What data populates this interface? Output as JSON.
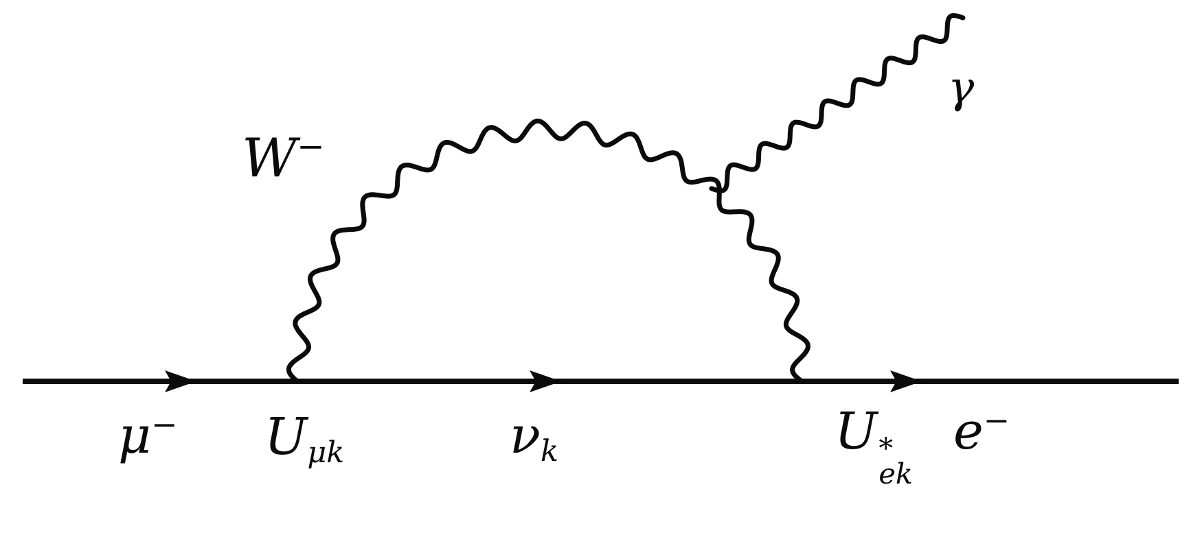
{
  "diagram": {
    "colors": {
      "ink": "#0b0b0b",
      "background": "#ffffff"
    },
    "labels": {
      "muon": {
        "base": "μ",
        "sup": "−"
      },
      "mixing_left": {
        "base": "U",
        "sub": "μk"
      },
      "neutrino": {
        "base": "ν",
        "sub": "k"
      },
      "mixing_right": {
        "base": "U",
        "sup": "*",
        "sub": "ek"
      },
      "electron": {
        "base": "e",
        "sup": "−"
      },
      "w_boson": {
        "base": "W",
        "sup": "−"
      },
      "photon": {
        "base": "γ"
      }
    }
  }
}
